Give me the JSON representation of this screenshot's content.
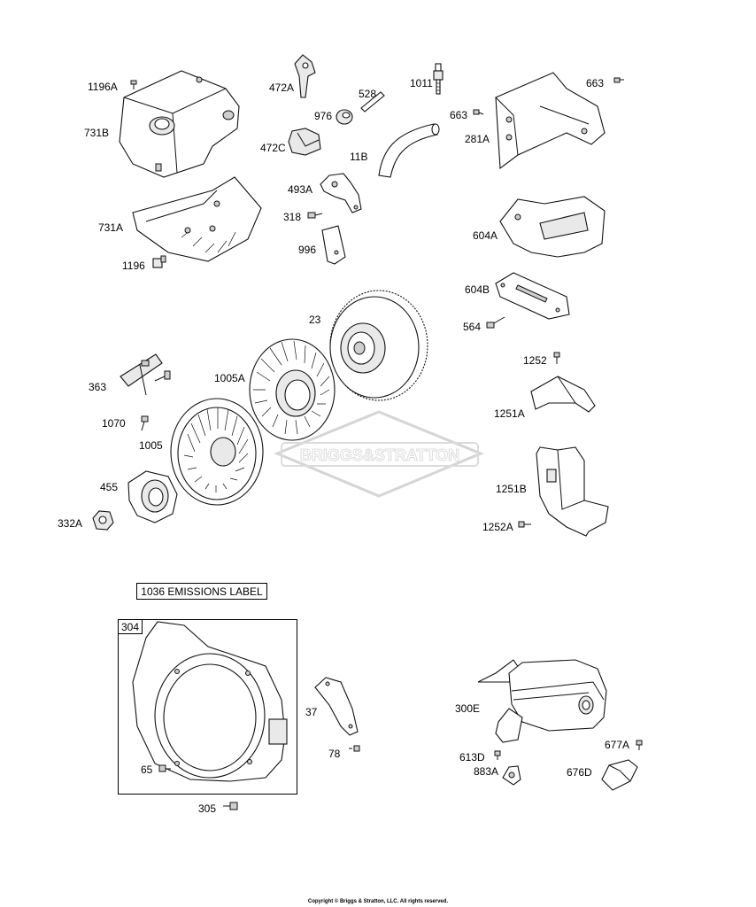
{
  "labels": {
    "p1196A": "1196A",
    "p731B": "731B",
    "p731A": "731A",
    "p1196": "1196",
    "p472A": "472A",
    "p472C": "472C",
    "p976": "976",
    "p528": "528",
    "p1011": "1011",
    "p11B": "11B",
    "p493A": "493A",
    "p318": "318",
    "p996": "996",
    "p663a": "663",
    "p663b": "663",
    "p281A": "281A",
    "p604A": "604A",
    "p604B": "604B",
    "p564": "564",
    "p23": "23",
    "p1005A": "1005A",
    "p363": "363",
    "p1070": "1070",
    "p1005": "1005",
    "p455": "455",
    "p332A": "332A",
    "p1252": "1252",
    "p1251A": "1251A",
    "p1251B": "1251B",
    "p1252A": "1252A",
    "p304": "304",
    "p37": "37",
    "p78": "78",
    "p65": "65",
    "p305": "305",
    "p300E": "300E",
    "p613D": "613D",
    "p883A": "883A",
    "p677A": "677A",
    "p676D": "676D"
  },
  "emissions_label": "1036 EMISSIONS LABEL",
  "watermark": "BRIGGS&STRATTON",
  "copyright": "Copyright © Briggs & Stratton, LLC. All rights reserved."
}
